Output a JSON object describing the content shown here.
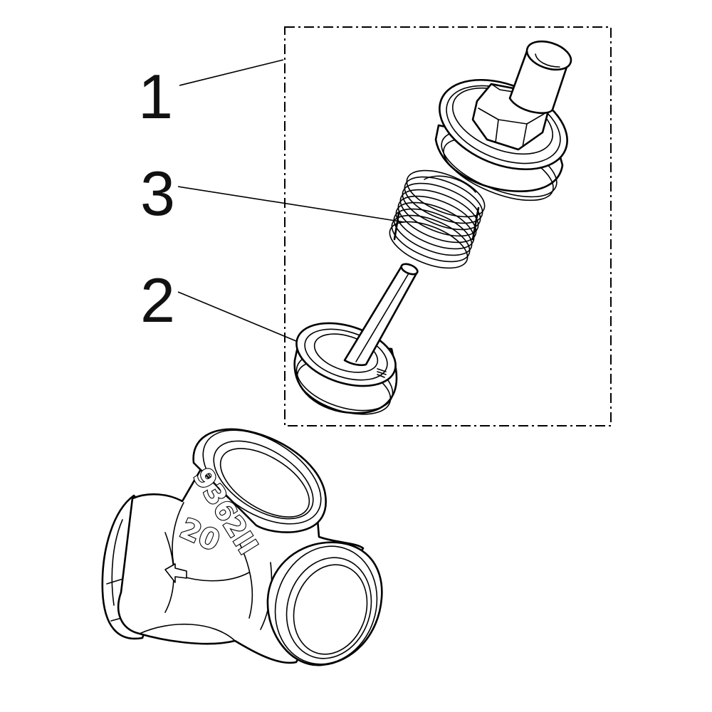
{
  "diagram": {
    "callouts": [
      {
        "id": "1",
        "label": "1"
      },
      {
        "id": "3",
        "label": "3"
      },
      {
        "id": "2",
        "label": "2"
      }
    ],
    "body_markings": {
      "model": "9362II",
      "size": "20"
    },
    "line_color": "#000000",
    "background_color": "#ffffff"
  }
}
